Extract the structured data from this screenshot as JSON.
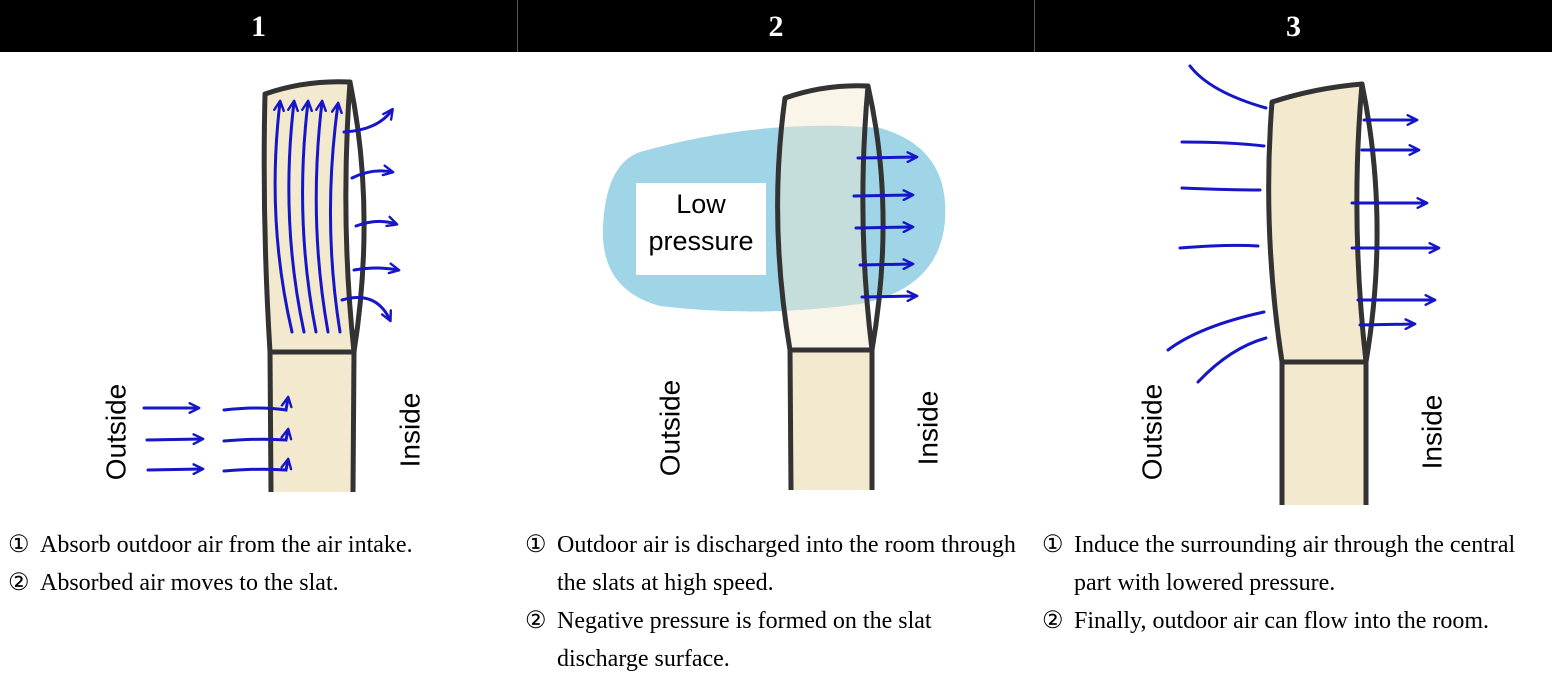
{
  "panels": [
    {
      "number": "1",
      "outside_label": "Outside",
      "inside_label": "Inside",
      "steps": [
        {
          "marker": "①",
          "text": "Absorb outdoor air from the air intake."
        },
        {
          "marker": "②",
          "text": "Absorbed air moves to the slat."
        }
      ]
    },
    {
      "number": "2",
      "outside_label": "Outside",
      "inside_label": "Inside",
      "low_pressure_line1": "Low",
      "low_pressure_line2": "pressure",
      "steps": [
        {
          "marker": "①",
          "text": "Outdoor air is discharged into the room through the slats at high speed."
        },
        {
          "marker": "②",
          "text": "Negative pressure is formed on the slat discharge surface."
        }
      ]
    },
    {
      "number": "3",
      "outside_label": "Outside",
      "inside_label": "Inside",
      "steps": [
        {
          "marker": "①",
          "text": "Induce the surrounding air through the central part with lowered pressure."
        },
        {
          "marker": "②",
          "text": "Finally, outdoor air can flow into the room."
        }
      ]
    }
  ],
  "colors": {
    "arrow": "#1616c8",
    "slat_fill": "#f3e9cf",
    "low_pressure_zone": "#9fd5e6"
  }
}
